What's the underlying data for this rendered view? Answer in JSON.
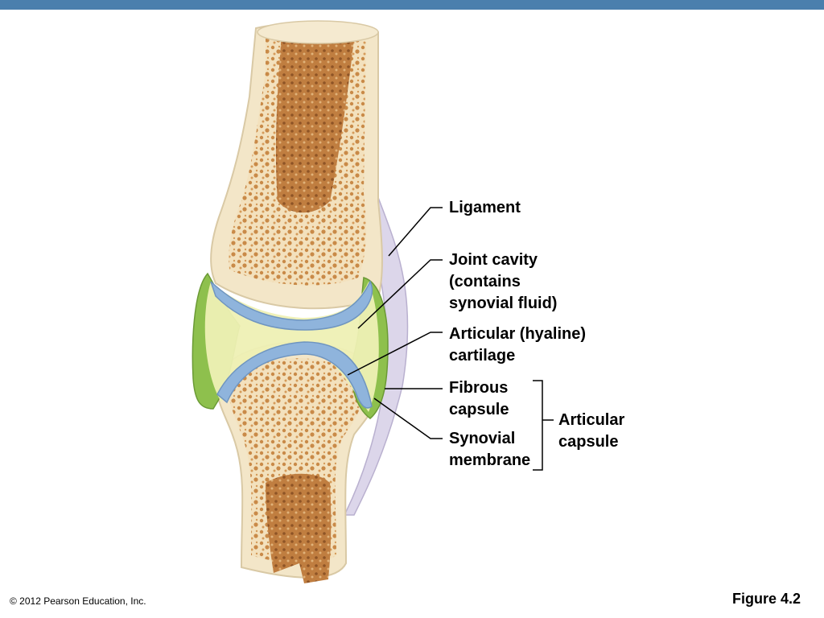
{
  "header": {
    "bar_color": "#4a7fad"
  },
  "diagram": {
    "labels": {
      "ligament": "Ligament",
      "joint_cavity": "Joint cavity\n(contains\nsynovial fluid)",
      "articular_cartilage": "Articular (hyaline)\ncartilage",
      "fibrous_capsule": "Fibrous\ncapsule",
      "synovial_membrane": "Synovial\nmembrane",
      "articular_capsule": "Articular\ncapsule"
    },
    "colors": {
      "bone_outer": "#f3e6c8",
      "spongy_bone": "#dba86b",
      "marrow": "#b9773b",
      "cartilage": "#8fb4dc",
      "synovial_membrane": "#8ec04d",
      "synovial_fluid": "#eef0b4",
      "ligament": "#dcd6ea"
    }
  },
  "footer": {
    "copyright": "© 2012 Pearson Education, Inc.",
    "figure": "Figure 4.2"
  }
}
